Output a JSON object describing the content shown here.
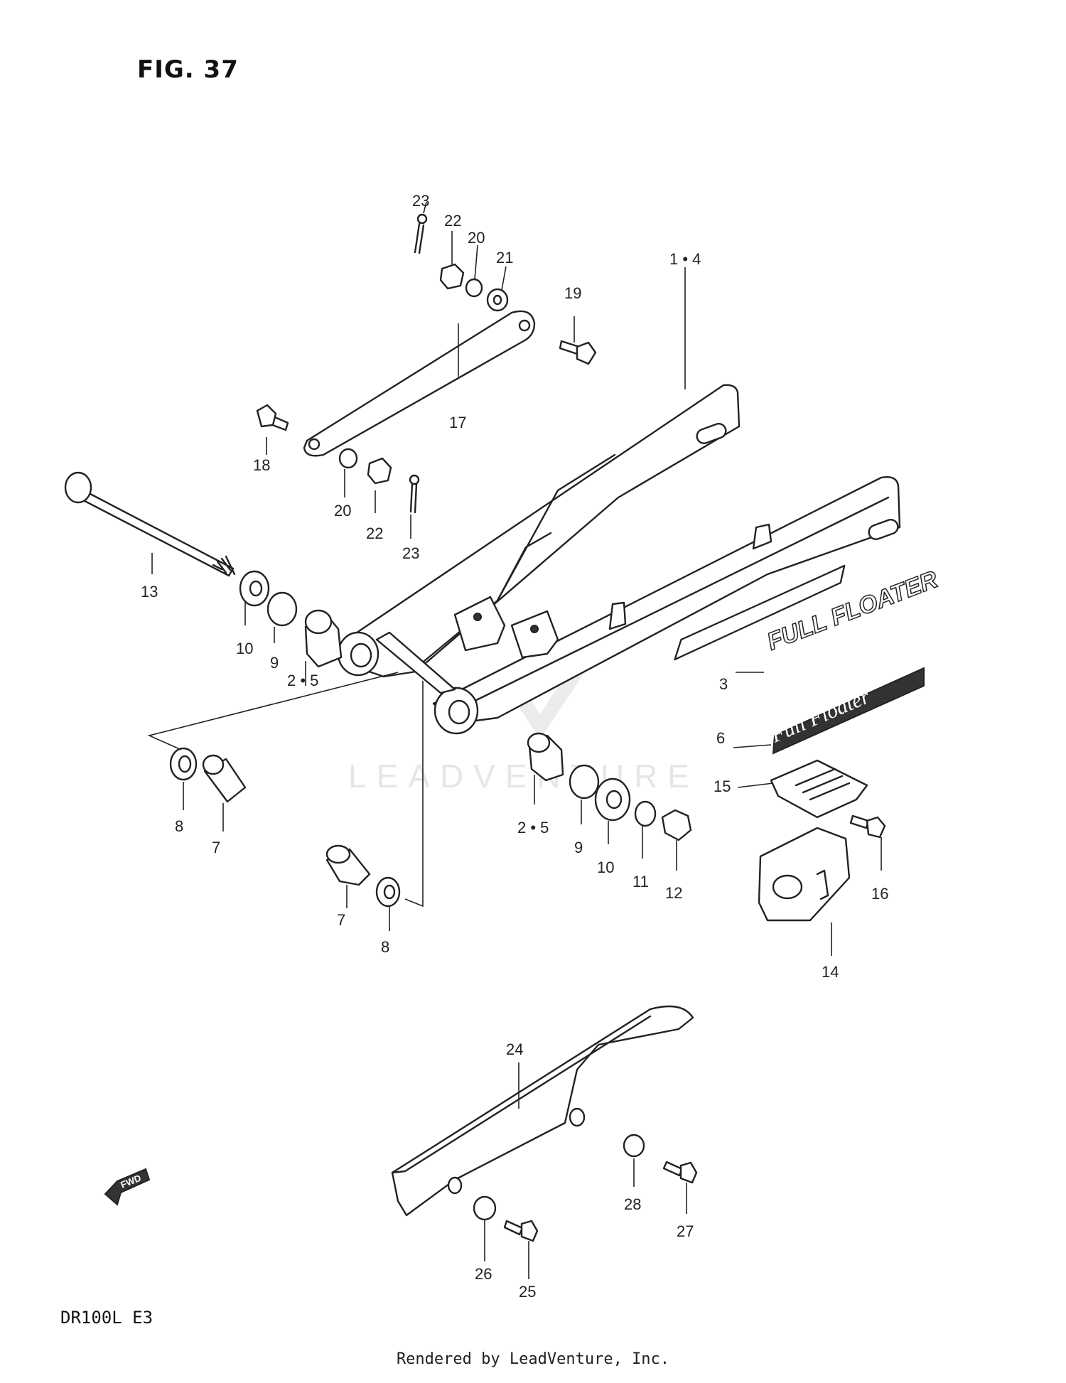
{
  "figure": {
    "title": "FIG. 37",
    "model": "DR100L  E3",
    "credit": "Rendered by LeadVenture, Inc.",
    "watermark": "LEADVENTURE"
  },
  "decals": {
    "full_floater": "FULL FLOATER",
    "script": "Full Floater"
  },
  "direction_badge": "FWD",
  "callouts": [
    {
      "id": "c1",
      "label": "23"
    },
    {
      "id": "c2",
      "label": "22"
    },
    {
      "id": "c3",
      "label": "20"
    },
    {
      "id": "c4",
      "label": "21"
    },
    {
      "id": "c5",
      "label": "19"
    },
    {
      "id": "c6",
      "label": "1 • 4"
    },
    {
      "id": "c7",
      "label": "17"
    },
    {
      "id": "c8",
      "label": "18"
    },
    {
      "id": "c9",
      "label": "20"
    },
    {
      "id": "c10",
      "label": "22"
    },
    {
      "id": "c11",
      "label": "23"
    },
    {
      "id": "c12",
      "label": "13"
    },
    {
      "id": "c13",
      "label": "10"
    },
    {
      "id": "c14",
      "label": "9"
    },
    {
      "id": "c15",
      "label": "2 • 5"
    },
    {
      "id": "c16",
      "label": "3"
    },
    {
      "id": "c17",
      "label": "6"
    },
    {
      "id": "c18",
      "label": "15"
    },
    {
      "id": "c19",
      "label": "8"
    },
    {
      "id": "c20",
      "label": "7"
    },
    {
      "id": "c21",
      "label": "2 • 5"
    },
    {
      "id": "c22",
      "label": "9"
    },
    {
      "id": "c23",
      "label": "10"
    },
    {
      "id": "c24",
      "label": "11"
    },
    {
      "id": "c25",
      "label": "12"
    },
    {
      "id": "c26",
      "label": "16"
    },
    {
      "id": "c27",
      "label": "7"
    },
    {
      "id": "c28",
      "label": "8"
    },
    {
      "id": "c29",
      "label": "14"
    },
    {
      "id": "c30",
      "label": "24"
    },
    {
      "id": "c31",
      "label": "28"
    },
    {
      "id": "c32",
      "label": "27"
    },
    {
      "id": "c33",
      "label": "26"
    },
    {
      "id": "c34",
      "label": "25"
    }
  ]
}
